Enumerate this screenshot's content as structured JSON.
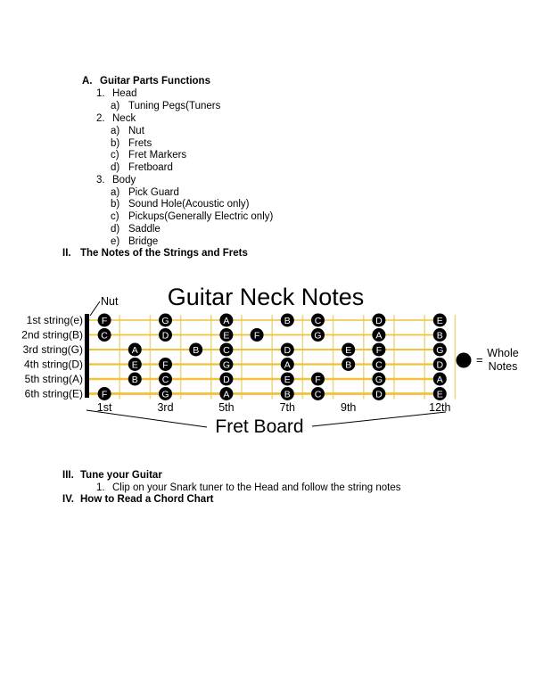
{
  "outline": {
    "sectionA": {
      "marker": "A.",
      "title": "Guitar Parts Functions"
    },
    "head": {
      "marker": "1.",
      "label": "Head"
    },
    "head_items": [
      {
        "marker": "a)",
        "label": "Tuning Pegs(Tuners"
      }
    ],
    "neck": {
      "marker": "2.",
      "label": "Neck"
    },
    "neck_items": [
      {
        "marker": "a)",
        "label": "Nut"
      },
      {
        "marker": "b)",
        "label": "Frets"
      },
      {
        "marker": "c)",
        "label": "Fret Markers"
      },
      {
        "marker": "d)",
        "label": "Fretboard"
      }
    ],
    "body": {
      "marker": "3.",
      "label": "Body"
    },
    "body_items": [
      {
        "marker": "a)",
        "label": "Pick Guard"
      },
      {
        "marker": "b)",
        "label": "Sound Hole(Acoustic only)"
      },
      {
        "marker": "c)",
        "label": "Pickups(Generally Electric only)"
      },
      {
        "marker": "d)",
        "label": "Saddle"
      },
      {
        "marker": "e)",
        "label": "Bridge"
      }
    ],
    "sectionII": {
      "marker": "II.",
      "title": "The Notes of the Strings and Frets"
    },
    "sectionIII": {
      "marker": "III.",
      "title": "Tune your Guitar"
    },
    "tune_items": [
      {
        "marker": "1.",
        "label": "Clip on your Snark tuner to the Head and follow the string notes"
      }
    ],
    "sectionIV": {
      "marker": "IV.",
      "title": "How to Read a Chord Chart"
    }
  },
  "diagram": {
    "title": "Guitar Neck  Notes",
    "nut_label": "Nut",
    "fret_board_label": "Fret Board",
    "legend_label_1": "Whole",
    "legend_label_2": "Notes",
    "legend_equals": "=",
    "string_labels": [
      "1st string(e)",
      "2nd string(B)",
      "3rd string(G)",
      "4th string(D)",
      "5th string(A)",
      "6th string(E)"
    ],
    "fret_labels": [
      {
        "fret": 1,
        "label": "1st"
      },
      {
        "fret": 3,
        "label": "3rd"
      },
      {
        "fret": 5,
        "label": "5th"
      },
      {
        "fret": 7,
        "label": "7th"
      },
      {
        "fret": 9,
        "label": "9th"
      },
      {
        "fret": 12,
        "label": "12th"
      }
    ],
    "colors": {
      "string": "#f2c13a",
      "fret": "#e9d98f",
      "dot": "#000000",
      "dot_text": "#ffffff"
    },
    "notes": [
      {
        "string": 1,
        "fret": 1,
        "note": "F"
      },
      {
        "string": 1,
        "fret": 3,
        "note": "G"
      },
      {
        "string": 1,
        "fret": 5,
        "note": "A"
      },
      {
        "string": 1,
        "fret": 7,
        "note": "B"
      },
      {
        "string": 1,
        "fret": 8,
        "note": "C"
      },
      {
        "string": 1,
        "fret": 10,
        "note": "D"
      },
      {
        "string": 1,
        "fret": 12,
        "note": "E"
      },
      {
        "string": 2,
        "fret": 1,
        "note": "C"
      },
      {
        "string": 2,
        "fret": 3,
        "note": "D"
      },
      {
        "string": 2,
        "fret": 5,
        "note": "E"
      },
      {
        "string": 2,
        "fret": 6,
        "note": "F"
      },
      {
        "string": 2,
        "fret": 8,
        "note": "G"
      },
      {
        "string": 2,
        "fret": 10,
        "note": "A"
      },
      {
        "string": 2,
        "fret": 12,
        "note": "B"
      },
      {
        "string": 3,
        "fret": 2,
        "note": "A"
      },
      {
        "string": 3,
        "fret": 4,
        "note": "B"
      },
      {
        "string": 3,
        "fret": 5,
        "note": "C"
      },
      {
        "string": 3,
        "fret": 7,
        "note": "D"
      },
      {
        "string": 3,
        "fret": 9,
        "note": "E"
      },
      {
        "string": 3,
        "fret": 10,
        "note": "F"
      },
      {
        "string": 3,
        "fret": 12,
        "note": "G"
      },
      {
        "string": 4,
        "fret": 2,
        "note": "E"
      },
      {
        "string": 4,
        "fret": 3,
        "note": "F"
      },
      {
        "string": 4,
        "fret": 5,
        "note": "G"
      },
      {
        "string": 4,
        "fret": 7,
        "note": "A"
      },
      {
        "string": 4,
        "fret": 9,
        "note": "B"
      },
      {
        "string": 4,
        "fret": 10,
        "note": "C"
      },
      {
        "string": 4,
        "fret": 12,
        "note": "D"
      },
      {
        "string": 5,
        "fret": 2,
        "note": "B"
      },
      {
        "string": 5,
        "fret": 3,
        "note": "C"
      },
      {
        "string": 5,
        "fret": 5,
        "note": "D"
      },
      {
        "string": 5,
        "fret": 7,
        "note": "E"
      },
      {
        "string": 5,
        "fret": 8,
        "note": "F"
      },
      {
        "string": 5,
        "fret": 10,
        "note": "G"
      },
      {
        "string": 5,
        "fret": 12,
        "note": "A"
      },
      {
        "string": 6,
        "fret": 1,
        "note": "F"
      },
      {
        "string": 6,
        "fret": 3,
        "note": "G"
      },
      {
        "string": 6,
        "fret": 5,
        "note": "A"
      },
      {
        "string": 6,
        "fret": 7,
        "note": "B"
      },
      {
        "string": 6,
        "fret": 8,
        "note": "C"
      },
      {
        "string": 6,
        "fret": 10,
        "note": "D"
      },
      {
        "string": 6,
        "fret": 12,
        "note": "E"
      }
    ]
  }
}
